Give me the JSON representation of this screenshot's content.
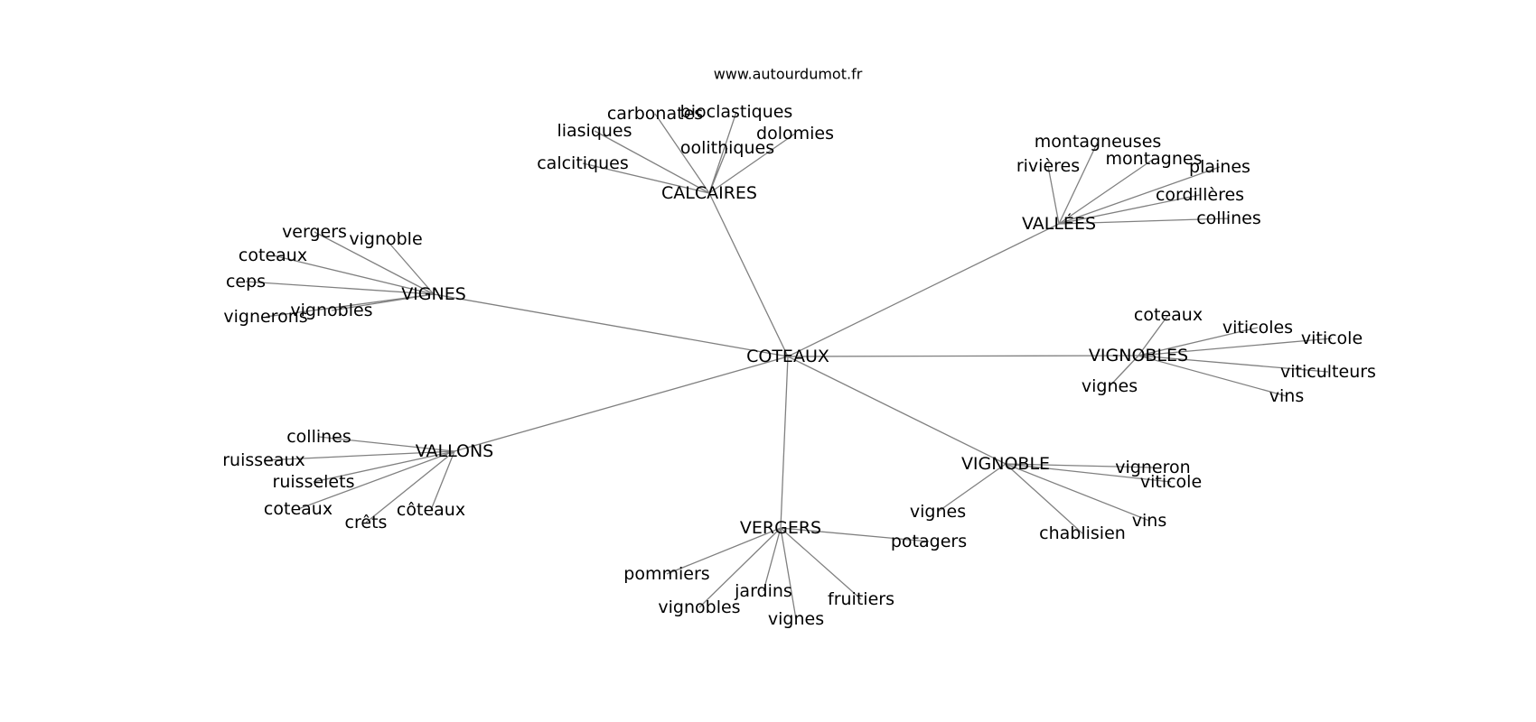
{
  "header": {
    "site": "www.autourdumot.fr"
  },
  "graph": {
    "center": "COTEAUX",
    "clusters": [
      {
        "hub": "CALCAIRES",
        "leaves": [
          "carbonates",
          "bioclastiques",
          "liasiques",
          "dolomies",
          "oolithiques",
          "calcitiques"
        ]
      },
      {
        "hub": "VALLÉES",
        "leaves": [
          "montagneuses",
          "rivières",
          "montagnes",
          "plaines",
          "cordillères",
          "collines"
        ]
      },
      {
        "hub": "VIGNES",
        "leaves": [
          "vergers",
          "vignoble",
          "coteaux",
          "ceps",
          "vignobles",
          "vignerons"
        ]
      },
      {
        "hub": "VIGNOBLES",
        "leaves": [
          "coteaux",
          "viticoles",
          "viticole",
          "viticulteurs",
          "vins",
          "vignes"
        ]
      },
      {
        "hub": "VALLONS",
        "leaves": [
          "collines",
          "ruisseaux",
          "ruisselets",
          "coteaux",
          "crêts",
          "côteaux"
        ]
      },
      {
        "hub": "VIGNOBLE",
        "leaves": [
          "vigneron",
          "viticole",
          "vins",
          "chablisien",
          "vignes"
        ]
      },
      {
        "hub": "VERGERS",
        "leaves": [
          "potagers",
          "pommiers",
          "jardins",
          "fruitiers",
          "vignobles",
          "vignes"
        ]
      }
    ]
  }
}
